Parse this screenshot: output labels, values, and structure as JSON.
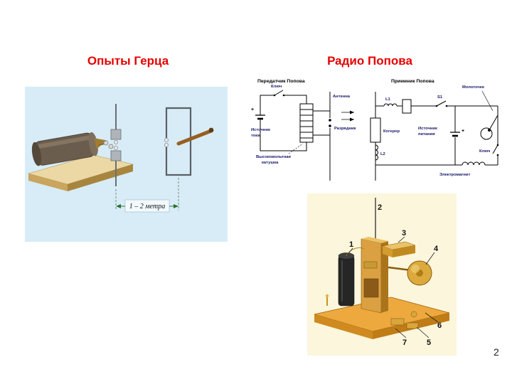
{
  "slide": {
    "page_number": "2"
  },
  "titles": {
    "left": "Опыты Герца",
    "right": "Радио Попова"
  },
  "hertz_figure": {
    "dimension_label": "1 – 2 метра"
  },
  "circuit": {
    "transmitter_title": "Передатчик Попова",
    "receiver_title": "Приемник Попова",
    "labels": {
      "key_tx": "Ключ",
      "plus_tx": "+",
      "source_line1": "Источник",
      "source_line2": "тока",
      "coil_line1": "Высоковольтная",
      "coil_line2": "катушка",
      "antenna": "Антенна",
      "spark_gap": "Разрядник",
      "l1": "L1",
      "l2": "L2",
      "s1": "S1",
      "coherer": "Когерер",
      "power_line1": "Источник",
      "power_line2": "питания",
      "plus_rx": "+",
      "hammer": "Молоточек",
      "electromagnet": "Электромагнит",
      "key_rx": "Ключ"
    }
  },
  "receiver_figure": {
    "callouts": [
      "1",
      "2",
      "3",
      "4",
      "5",
      "6",
      "7"
    ]
  },
  "colors": {
    "title_red": "#e60000",
    "hertz_background": "#d7ecf7",
    "receiver_background": "#fbf6dc"
  }
}
